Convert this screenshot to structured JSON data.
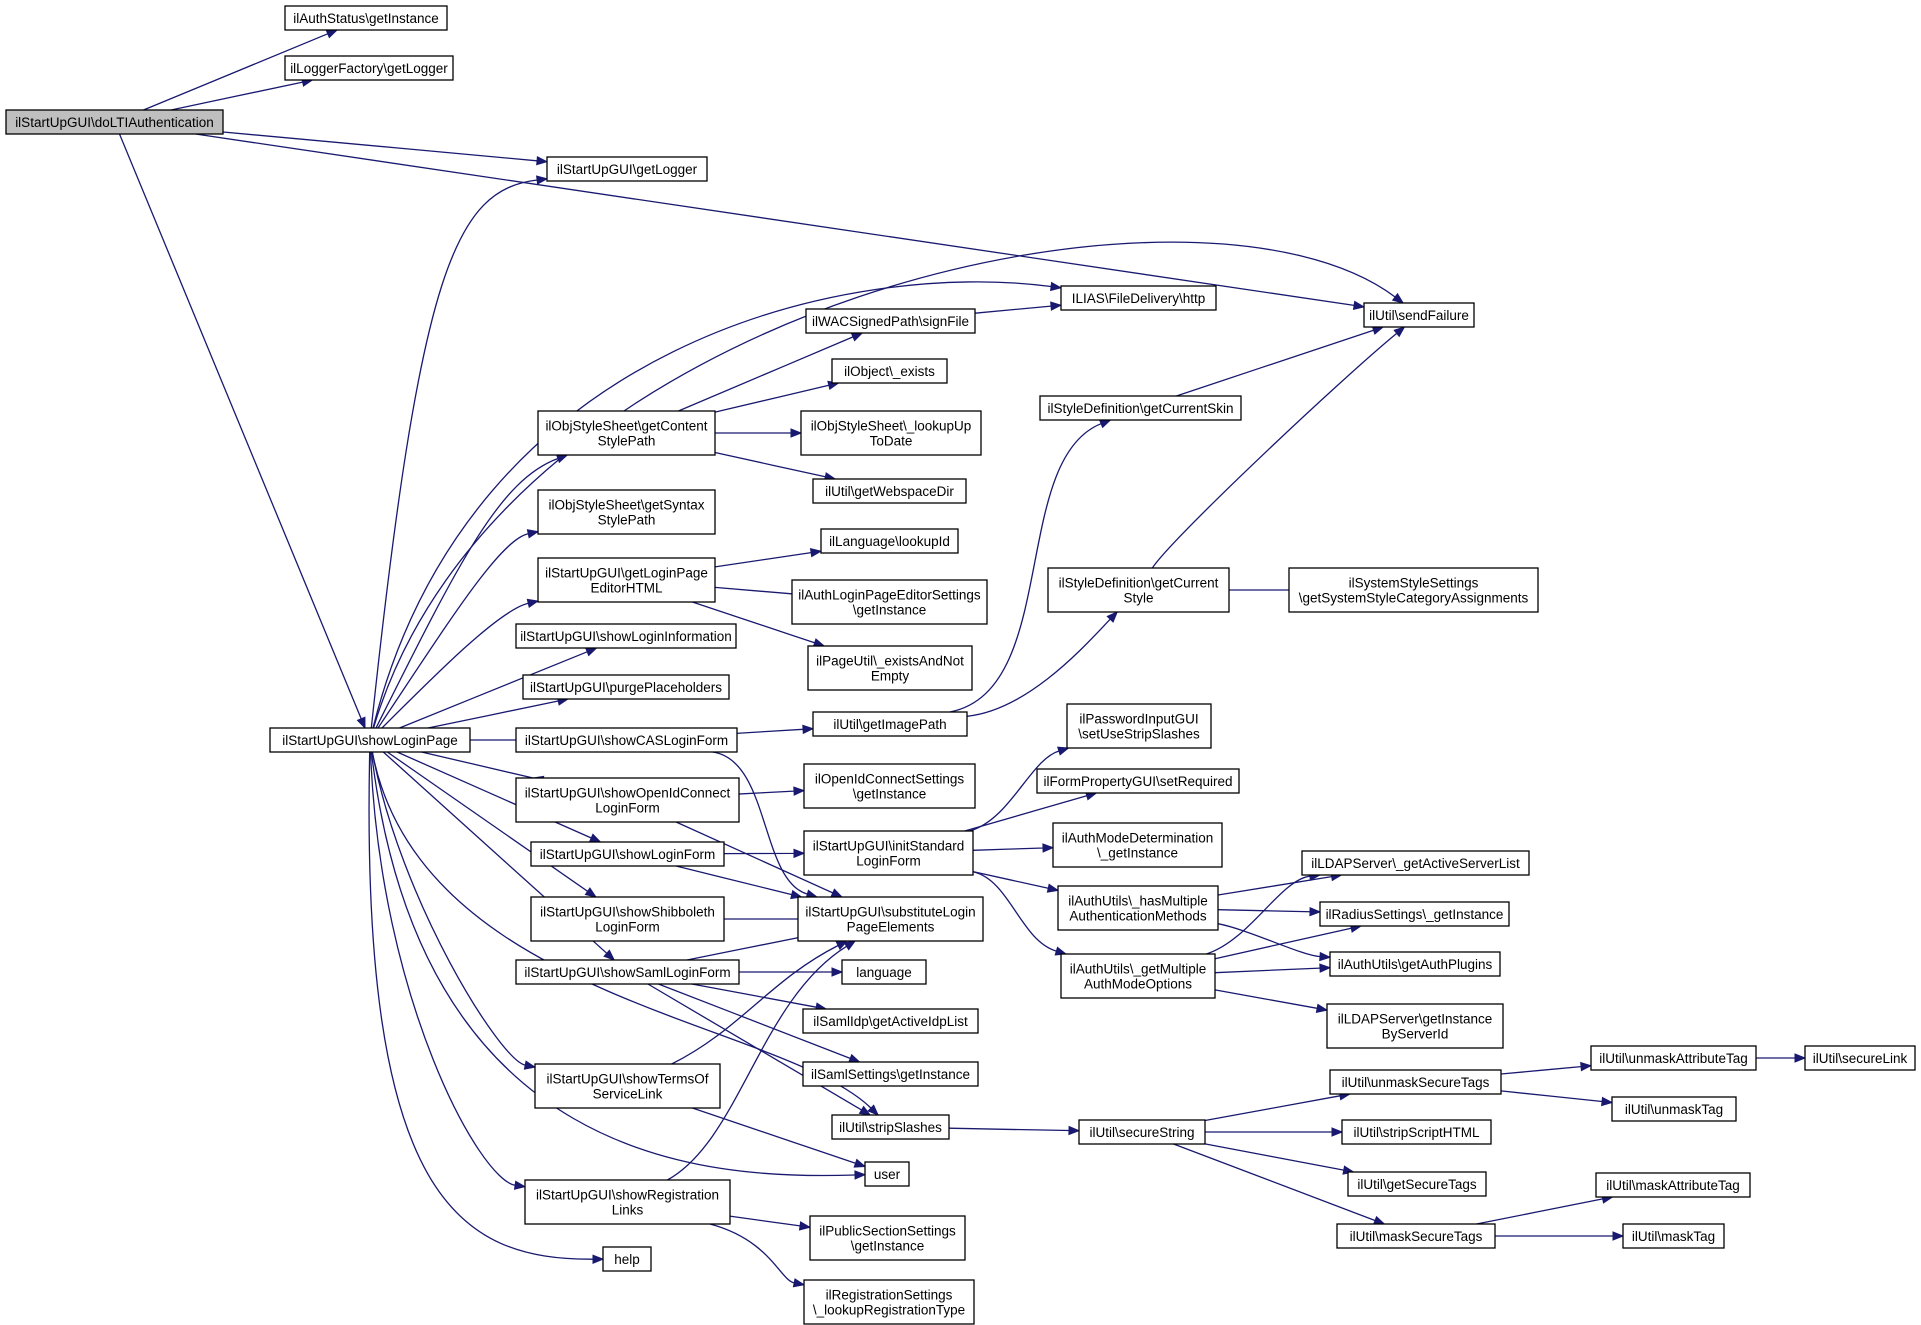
{
  "graph": {
    "root": "n_root",
    "colors": {
      "edge": "#191970",
      "node_border": "#000000",
      "root_fill": "#bfbfbf",
      "node_fill": "#ffffff"
    },
    "nodes": {
      "n_root": [
        "ilStartUpGUI\\doLTIAuthentication"
      ],
      "n_authstatus": [
        "ilAuthStatus\\getInstance"
      ],
      "n_loggerfactory": [
        "ilLoggerFactory\\getLogger"
      ],
      "n_getlogger": [
        "ilStartUpGUI\\getLogger"
      ],
      "n_sendfailure": [
        "ilUtil\\sendFailure"
      ],
      "n_http": [
        "ILIAS\\FileDelivery\\http"
      ],
      "n_wacsign": [
        "ilWACSignedPath\\signFile"
      ],
      "n_objexists": [
        "ilObject\\_exists"
      ],
      "n_contentstyle": [
        "ilObjStyleSheet\\getContent",
        "StylePath"
      ],
      "n_lookuptodate": [
        "ilObjStyleSheet\\_lookupUp",
        "ToDate"
      ],
      "n_webspacedir": [
        "ilUtil\\getWebspaceDir"
      ],
      "n_syntaxstyle": [
        "ilObjStyleSheet\\getSyntax",
        "StylePath"
      ],
      "n_lookupid": [
        "ilLanguage\\lookupId"
      ],
      "n_loginpageeditor": [
        "ilStartUpGUI\\getLoginPage",
        "EditorHTML"
      ],
      "n_authloginsettings": [
        "ilAuthLoginPageEditorSettings",
        "\\getInstance"
      ],
      "n_existsnotempty": [
        "ilPageUtil\\_existsAndNot",
        "Empty"
      ],
      "n_showlogininfo": [
        "ilStartUpGUI\\showLoginInformation"
      ],
      "n_purge": [
        "ilStartUpGUI\\purgePlaceholders"
      ],
      "n_showloginpage": [
        "ilStartUpGUI\\showLoginPage"
      ],
      "n_showcas": [
        "ilStartUpGUI\\showCASLoginForm"
      ],
      "n_getimagepath": [
        "ilUtil\\getImagePath"
      ],
      "n_getcurrentskin": [
        "ilStyleDefinition\\getCurrentSkin"
      ],
      "n_getcurrentstyle": [
        "ilStyleDefinition\\getCurrent",
        "Style"
      ],
      "n_systemstyle": [
        "ilSystemStyleSettings",
        "\\getSystemStyleCategoryAssignments"
      ],
      "n_showoidc": [
        "ilStartUpGUI\\showOpenIdConnect",
        "LoginForm"
      ],
      "n_oidcsettings": [
        "ilOpenIdConnectSettings",
        "\\getInstance"
      ],
      "n_showloginform": [
        "ilStartUpGUI\\showLoginForm"
      ],
      "n_initstandard": [
        "ilStartUpGUI\\initStandard",
        "LoginForm"
      ],
      "n_setusestrip": [
        "ilPasswordInputGUI",
        "\\setUseStripSlashes"
      ],
      "n_setrequired": [
        "ilFormPropertyGUI\\setRequired"
      ],
      "n_authmodedet": [
        "ilAuthModeDetermination",
        "\\_getInstance"
      ],
      "n_hasmultiple": [
        "ilAuthUtils\\_hasMultiple",
        "AuthenticationMethods"
      ],
      "n_getmultiple": [
        "ilAuthUtils\\_getMultiple",
        "AuthModeOptions"
      ],
      "n_ldapactive": [
        "ilLDAPServer\\_getActiveServerList"
      ],
      "n_radius": [
        "ilRadiusSettings\\_getInstance"
      ],
      "n_authplugins": [
        "ilAuthUtils\\getAuthPlugins"
      ],
      "n_ldapbyid": [
        "ilLDAPServer\\getInstance",
        "ByServerId"
      ],
      "n_showshib": [
        "ilStartUpGUI\\showShibboleth",
        "LoginForm"
      ],
      "n_substitute": [
        "ilStartUpGUI\\substituteLogin",
        "PageElements"
      ],
      "n_showsaml": [
        "ilStartUpGUI\\showSamlLoginForm"
      ],
      "n_language": [
        "language"
      ],
      "n_samlidp": [
        "ilSamlIdp\\getActiveIdpList"
      ],
      "n_samlsettings": [
        "ilSamlSettings\\getInstance"
      ],
      "n_showterms": [
        "ilStartUpGUI\\showTermsOf",
        "ServiceLink"
      ],
      "n_stripslashes": [
        "ilUtil\\stripSlashes"
      ],
      "n_securestring": [
        "ilUtil\\secureString"
      ],
      "n_unmasksecure": [
        "ilUtil\\unmaskSecureTags"
      ],
      "n_unmaskattr": [
        "ilUtil\\unmaskAttributeTag"
      ],
      "n_securelink": [
        "ilUtil\\secureLink"
      ],
      "n_unmasktag": [
        "ilUtil\\unmaskTag"
      ],
      "n_stripscript": [
        "ilUtil\\stripScriptHTML"
      ],
      "n_getsecuretags": [
        "ilUtil\\getSecureTags"
      ],
      "n_masksecure": [
        "ilUtil\\maskSecureTags"
      ],
      "n_maskattr": [
        "ilUtil\\maskAttributeTag"
      ],
      "n_masktag": [
        "ilUtil\\maskTag"
      ],
      "n_user": [
        "user"
      ],
      "n_showreg": [
        "ilStartUpGUI\\showRegistration",
        "Links"
      ],
      "n_publicsection": [
        "ilPublicSectionSettings",
        "\\getInstance"
      ],
      "n_regsettings": [
        "ilRegistrationSettings",
        "\\_lookupRegistrationType"
      ],
      "n_help": [
        "help"
      ]
    },
    "edges": [
      [
        "n_root",
        "n_authstatus"
      ],
      [
        "n_root",
        "n_loggerfactory"
      ],
      [
        "n_root",
        "n_sendfailure"
      ],
      [
        "n_root",
        "n_getlogger"
      ],
      [
        "n_root",
        "n_showloginpage"
      ],
      [
        "n_showloginpage",
        "n_getlogger"
      ],
      [
        "n_showloginpage",
        "n_sendfailure"
      ],
      [
        "n_showloginpage",
        "n_http"
      ],
      [
        "n_showloginpage",
        "n_contentstyle"
      ],
      [
        "n_showloginpage",
        "n_syntaxstyle"
      ],
      [
        "n_showloginpage",
        "n_loginpageeditor"
      ],
      [
        "n_showloginpage",
        "n_showlogininfo"
      ],
      [
        "n_showloginpage",
        "n_purge"
      ],
      [
        "n_showloginpage",
        "n_showcas"
      ],
      [
        "n_showloginpage",
        "n_showoidc"
      ],
      [
        "n_showloginpage",
        "n_showloginform"
      ],
      [
        "n_showloginpage",
        "n_showshib"
      ],
      [
        "n_showloginpage",
        "n_showsaml"
      ],
      [
        "n_showloginpage",
        "n_stripslashes"
      ],
      [
        "n_showloginpage",
        "n_showterms"
      ],
      [
        "n_showloginpage",
        "n_user"
      ],
      [
        "n_showloginpage",
        "n_showreg"
      ],
      [
        "n_showloginpage",
        "n_help"
      ],
      [
        "n_contentstyle",
        "n_wacsign"
      ],
      [
        "n_contentstyle",
        "n_objexists"
      ],
      [
        "n_contentstyle",
        "n_lookuptodate"
      ],
      [
        "n_contentstyle",
        "n_webspacedir"
      ],
      [
        "n_wacsign",
        "n_http"
      ],
      [
        "n_loginpageeditor",
        "n_lookupid"
      ],
      [
        "n_loginpageeditor",
        "n_authloginsettings"
      ],
      [
        "n_loginpageeditor",
        "n_existsnotempty"
      ],
      [
        "n_showcas",
        "n_getimagepath"
      ],
      [
        "n_showcas",
        "n_substitute"
      ],
      [
        "n_getimagepath",
        "n_getcurrentskin"
      ],
      [
        "n_getimagepath",
        "n_getcurrentstyle"
      ],
      [
        "n_getcurrentskin",
        "n_sendfailure"
      ],
      [
        "n_getcurrentstyle",
        "n_sendfailure"
      ],
      [
        "n_getcurrentstyle",
        "n_systemstyle"
      ],
      [
        "n_showoidc",
        "n_oidcsettings"
      ],
      [
        "n_showoidc",
        "n_substitute"
      ],
      [
        "n_showloginform",
        "n_initstandard"
      ],
      [
        "n_showloginform",
        "n_substitute"
      ],
      [
        "n_initstandard",
        "n_setusestrip"
      ],
      [
        "n_initstandard",
        "n_setrequired"
      ],
      [
        "n_initstandard",
        "n_authmodedet"
      ],
      [
        "n_initstandard",
        "n_hasmultiple"
      ],
      [
        "n_initstandard",
        "n_getmultiple"
      ],
      [
        "n_hasmultiple",
        "n_ldapactive"
      ],
      [
        "n_hasmultiple",
        "n_radius"
      ],
      [
        "n_hasmultiple",
        "n_authplugins"
      ],
      [
        "n_getmultiple",
        "n_ldapactive"
      ],
      [
        "n_getmultiple",
        "n_radius"
      ],
      [
        "n_getmultiple",
        "n_authplugins"
      ],
      [
        "n_getmultiple",
        "n_ldapbyid"
      ],
      [
        "n_showshib",
        "n_substitute"
      ],
      [
        "n_showsaml",
        "n_substitute"
      ],
      [
        "n_showsaml",
        "n_language"
      ],
      [
        "n_showsaml",
        "n_samlidp"
      ],
      [
        "n_showsaml",
        "n_samlsettings"
      ],
      [
        "n_showsaml",
        "n_stripslashes"
      ],
      [
        "n_showterms",
        "n_substitute"
      ],
      [
        "n_showterms",
        "n_user"
      ],
      [
        "n_showreg",
        "n_substitute"
      ],
      [
        "n_showreg",
        "n_publicsection"
      ],
      [
        "n_showreg",
        "n_regsettings"
      ],
      [
        "n_stripslashes",
        "n_securestring"
      ],
      [
        "n_securestring",
        "n_unmasksecure"
      ],
      [
        "n_securestring",
        "n_stripscript"
      ],
      [
        "n_securestring",
        "n_getsecuretags"
      ],
      [
        "n_securestring",
        "n_masksecure"
      ],
      [
        "n_unmasksecure",
        "n_unmaskattr"
      ],
      [
        "n_unmasksecure",
        "n_unmasktag"
      ],
      [
        "n_unmaskattr",
        "n_securelink"
      ],
      [
        "n_masksecure",
        "n_maskattr"
      ],
      [
        "n_masksecure",
        "n_masktag"
      ]
    ]
  }
}
